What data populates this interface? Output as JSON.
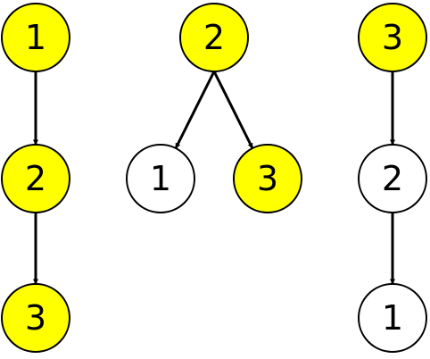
{
  "colors": {
    "highlight": "#ffff00",
    "plain": "#ffffff",
    "stroke": "#000000"
  },
  "trees": [
    {
      "nodes": [
        {
          "id": "t1-root",
          "label": "1",
          "highlighted": true
        },
        {
          "id": "t1-mid",
          "label": "2",
          "highlighted": true
        },
        {
          "id": "t1-leaf",
          "label": "3",
          "highlighted": true
        }
      ],
      "edges": [
        {
          "from": "t1-root",
          "to": "t1-mid"
        },
        {
          "from": "t1-mid",
          "to": "t1-leaf"
        }
      ]
    },
    {
      "nodes": [
        {
          "id": "t2-root",
          "label": "2",
          "highlighted": true
        },
        {
          "id": "t2-left",
          "label": "1",
          "highlighted": false
        },
        {
          "id": "t2-right",
          "label": "3",
          "highlighted": true
        }
      ],
      "edges": [
        {
          "from": "t2-root",
          "to": "t2-left"
        },
        {
          "from": "t2-root",
          "to": "t2-right"
        }
      ]
    },
    {
      "nodes": [
        {
          "id": "t3-root",
          "label": "3",
          "highlighted": true
        },
        {
          "id": "t3-mid",
          "label": "2",
          "highlighted": false
        },
        {
          "id": "t3-leaf",
          "label": "1",
          "highlighted": false
        }
      ],
      "edges": [
        {
          "from": "t3-root",
          "to": "t3-mid"
        },
        {
          "from": "t3-mid",
          "to": "t3-leaf"
        }
      ]
    }
  ]
}
